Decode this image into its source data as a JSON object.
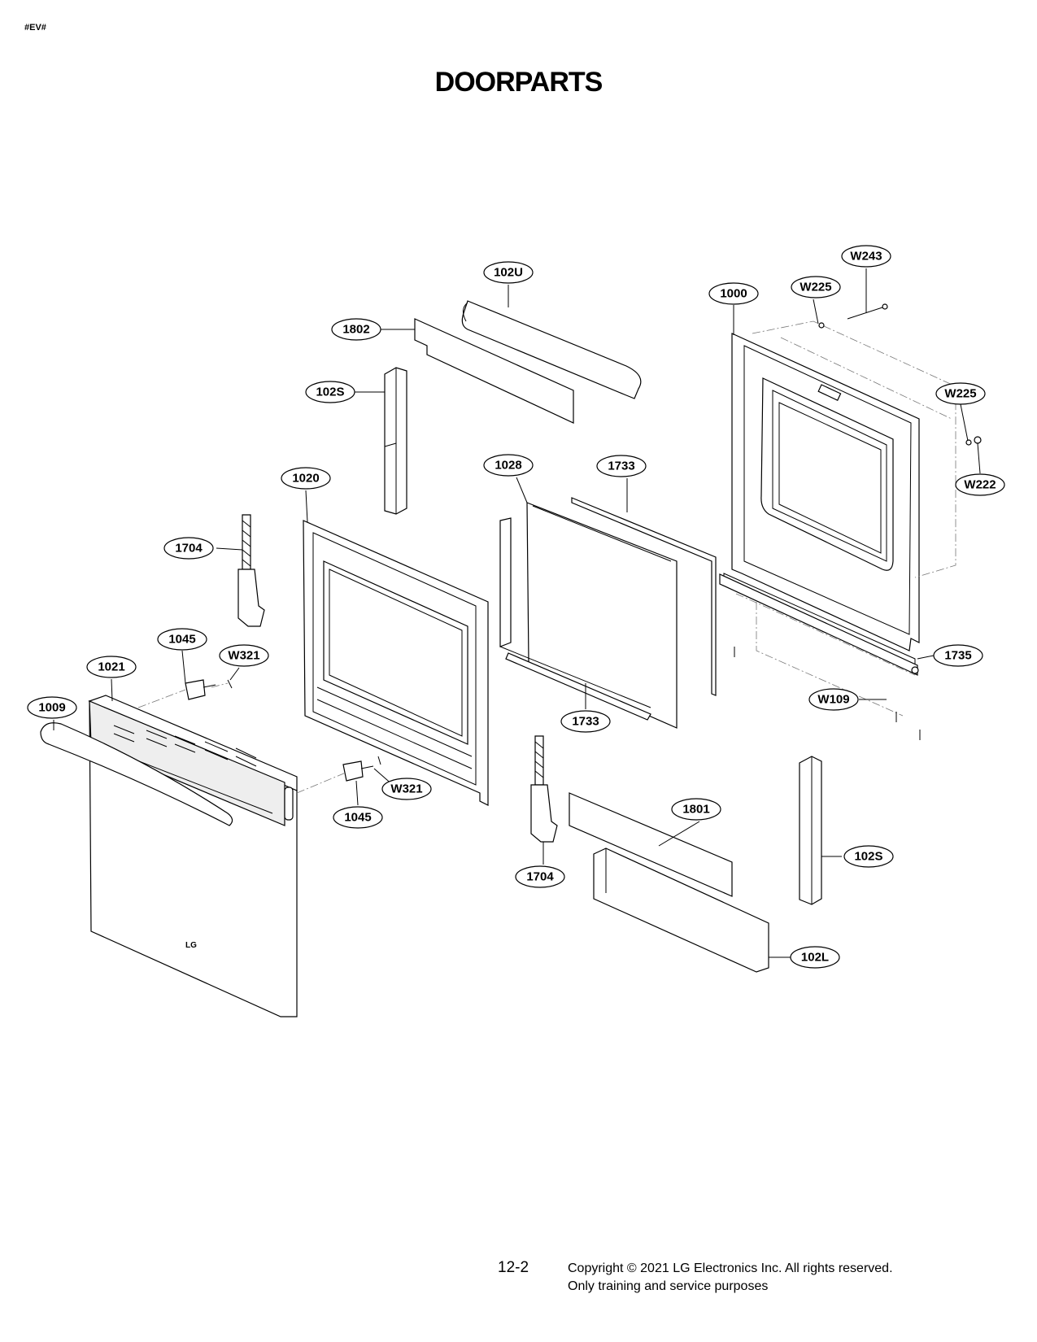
{
  "header": {
    "tag": "#EV#",
    "title": "DOORPARTS"
  },
  "callouts": [
    {
      "id": "c-102U",
      "label": "102U"
    },
    {
      "id": "c-1802",
      "label": "1802"
    },
    {
      "id": "c-102S-top",
      "label": "102S"
    },
    {
      "id": "c-1000",
      "label": "1000"
    },
    {
      "id": "c-W225-top",
      "label": "W225"
    },
    {
      "id": "c-W243",
      "label": "W243"
    },
    {
      "id": "c-W225-right",
      "label": "W225"
    },
    {
      "id": "c-W222",
      "label": "W222"
    },
    {
      "id": "c-1020",
      "label": "1020"
    },
    {
      "id": "c-1028",
      "label": "1028"
    },
    {
      "id": "c-1733-top",
      "label": "1733"
    },
    {
      "id": "c-1704-left",
      "label": "1704"
    },
    {
      "id": "c-1045-top",
      "label": "1045"
    },
    {
      "id": "c-W321-top",
      "label": "W321"
    },
    {
      "id": "c-1021",
      "label": "1021"
    },
    {
      "id": "c-1009",
      "label": "1009"
    },
    {
      "id": "c-1735",
      "label": "1735"
    },
    {
      "id": "c-W109",
      "label": "W109"
    },
    {
      "id": "c-1733-bottom",
      "label": "1733"
    },
    {
      "id": "c-W321-bottom",
      "label": "W321"
    },
    {
      "id": "c-1045-bottom",
      "label": "1045"
    },
    {
      "id": "c-1801",
      "label": "1801"
    },
    {
      "id": "c-102S-right",
      "label": "102S"
    },
    {
      "id": "c-1704-bottom",
      "label": "1704"
    },
    {
      "id": "c-102L",
      "label": "102L"
    }
  ],
  "panel_logo": "LG",
  "footer": {
    "page_number": "12-2",
    "copyright": "Copyright © 2021 LG Electronics Inc. All rights reserved.",
    "note": "Only training and service purposes"
  }
}
